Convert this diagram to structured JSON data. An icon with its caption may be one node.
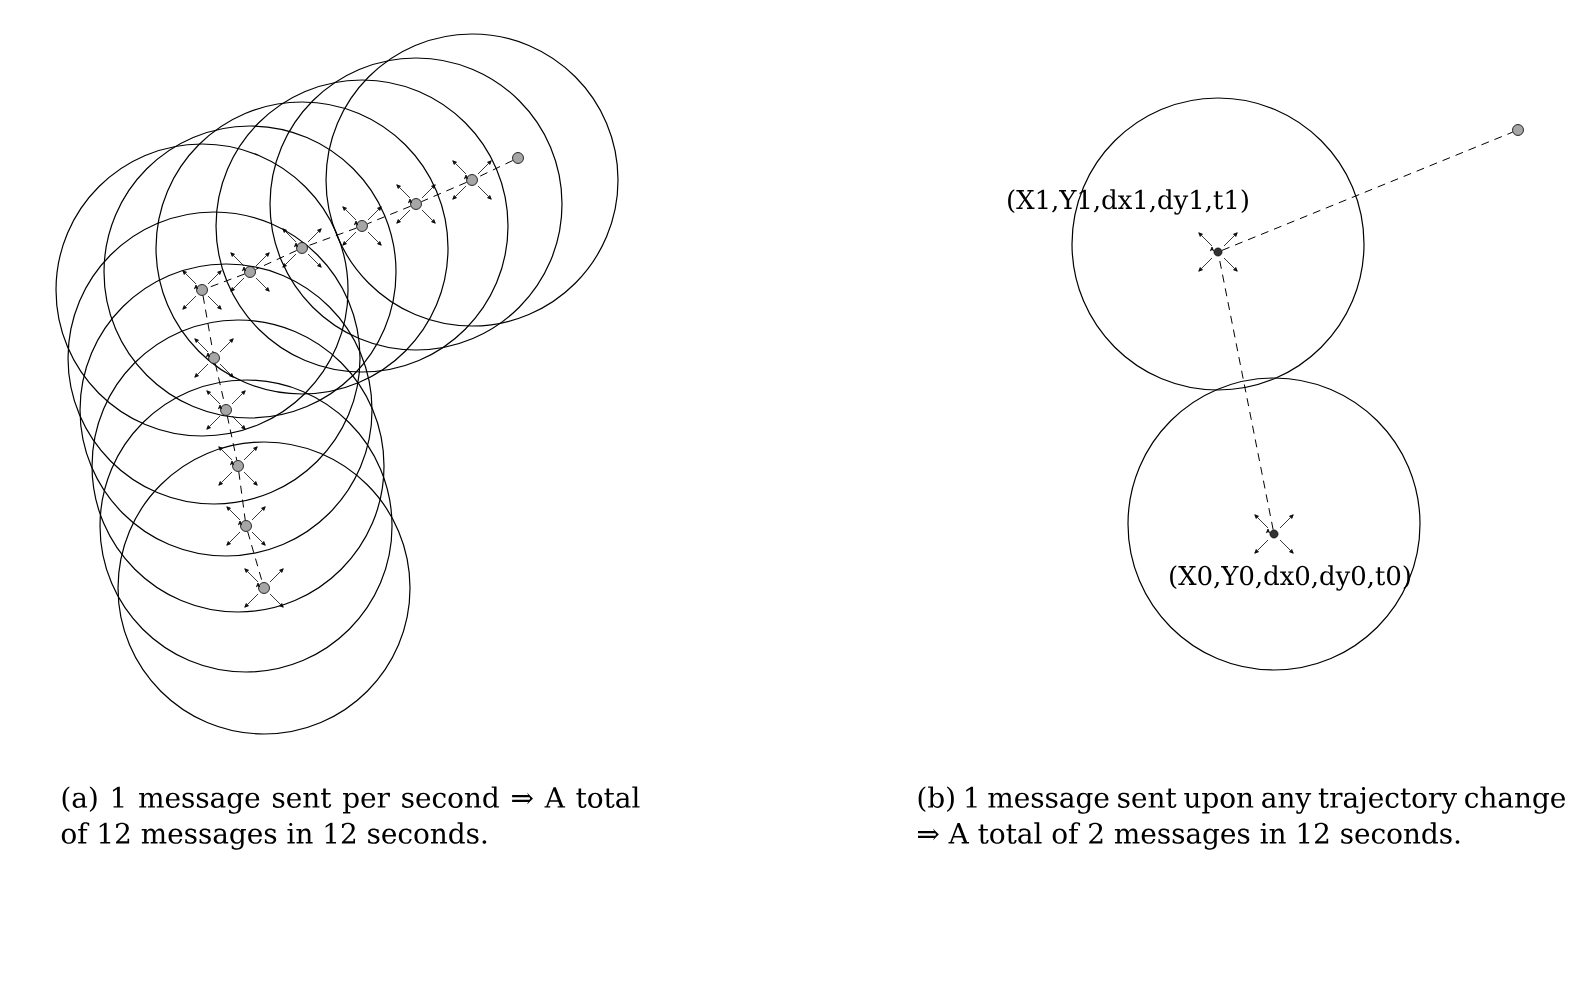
{
  "diagram": {
    "nodes": [
      {
        "text": [],
        "shape": "circle"
      },
      {
        "text": [],
        "shape": "circle"
      },
      {
        "text": [],
        "shape": "circle"
      },
      {
        "text": [],
        "shape": "circle"
      },
      {
        "text": [],
        "shape": "circle"
      },
      {
        "text": [],
        "shape": "circle"
      },
      {
        "text": [],
        "shape": "circle"
      },
      {
        "text": [],
        "shape": "circle"
      },
      {
        "text": [],
        "shape": "circle"
      },
      {
        "text": [],
        "shape": "circle"
      },
      {
        "text": [],
        "shape": "circle"
      },
      {
        "text": [],
        "shape": "circle"
      },
      {
        "text": [],
        "shape": "circle",
        "beside": [
          "(X1,Y1,dx1,dy1,t1)"
        ]
      },
      {
        "text": [],
        "shape": "circle"
      },
      {
        "text": [],
        "shape": "circle",
        "beside": [
          "(X0,Y0,dx0,dy0,t0)"
        ]
      }
    ],
    "edges": [
      {
        "from": 0,
        "to": 1,
        "arrow": "none",
        "style": "dashed"
      },
      {
        "from": 1,
        "to": 2,
        "arrow": "none",
        "style": "dashed"
      },
      {
        "from": 2,
        "to": 3,
        "arrow": "none",
        "style": "dashed"
      },
      {
        "from": 3,
        "to": 4,
        "arrow": "none",
        "style": "dashed"
      },
      {
        "from": 4,
        "to": 5,
        "arrow": "none",
        "style": "dashed"
      },
      {
        "from": 5,
        "to": 6,
        "arrow": "none",
        "style": "dashed"
      },
      {
        "from": 6,
        "to": 7,
        "arrow": "none",
        "style": "dashed"
      },
      {
        "from": 7,
        "to": 8,
        "arrow": "none",
        "style": "dashed"
      },
      {
        "from": 8,
        "to": 9,
        "arrow": "none",
        "style": "dashed"
      },
      {
        "from": 9,
        "to": 10,
        "arrow": "none",
        "style": "dashed"
      },
      {
        "from": 10,
        "to": 11,
        "arrow": "none",
        "style": "dashed"
      },
      {
        "from": 12,
        "to": 13,
        "arrow": "none",
        "style": "dashed"
      },
      {
        "from": 14,
        "to": 12,
        "arrow": "none",
        "style": "dashed"
      }
    ],
    "labels": [
      "(a) 1 message sent per second ⇒ A total of 12 messages in 12 seconds.",
      "(b) 1 message sent upon any trajectory change ⇒ A total of 2 messages in 12 seconds."
    ]
  }
}
